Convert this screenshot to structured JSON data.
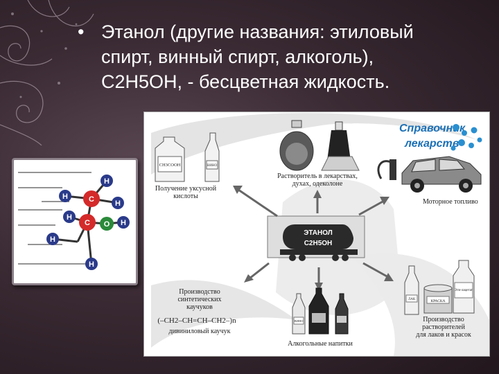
{
  "slide": {
    "bullet_symbol": "•",
    "text_lines": [
      "Этанол (другие названия: этиловый",
      "спирт, винный спирт, алкоголь),",
      "C2H5OH, - бесцветная жидкость."
    ]
  },
  "molecule": {
    "atoms": [
      "H",
      "H",
      "C",
      "H",
      "H",
      "C",
      "O",
      "H",
      "H",
      "H"
    ]
  },
  "diagram": {
    "reference_title_line1": "Справочник",
    "reference_title_line2": "лекарств",
    "center_line1": "ЭТАНОЛ",
    "center_line2": "C2H5OH",
    "bottle_label_acid": "CH3COOH",
    "bottle_label_small": "ВИНО",
    "can_label": "ЛАК",
    "box_label": "КРАСКА",
    "bottle_label_ethyl": "Эти-лацетат",
    "wine_label": "ВИНО",
    "labels": {
      "acetic_1": "Получение уксусной",
      "acetic_2": "кислоты",
      "solvent_1": "Растворитель в лекарствах,",
      "solvent_2": "духах, одеколоне",
      "fuel": "Моторное топливо",
      "rubber_1": "Производство",
      "rubber_2": "синтетических",
      "rubber_3": "каучуков",
      "rubber_formula": "(–CH2–CH=CH–CH2–)n",
      "rubber_name": "дивиниловый каучук",
      "alcohol": "Алкогольные напитки",
      "paints_1": "Производство",
      "paints_2": "растворителей",
      "paints_3": "для лаков и красок"
    }
  },
  "colors": {
    "background": "#3a2a33",
    "text": "#ffffff",
    "atom_c": "#d42a2a",
    "atom_h": "#2a3a8a",
    "atom_o": "#2a8a3a",
    "reference_blue": "#1a6fb5"
  }
}
